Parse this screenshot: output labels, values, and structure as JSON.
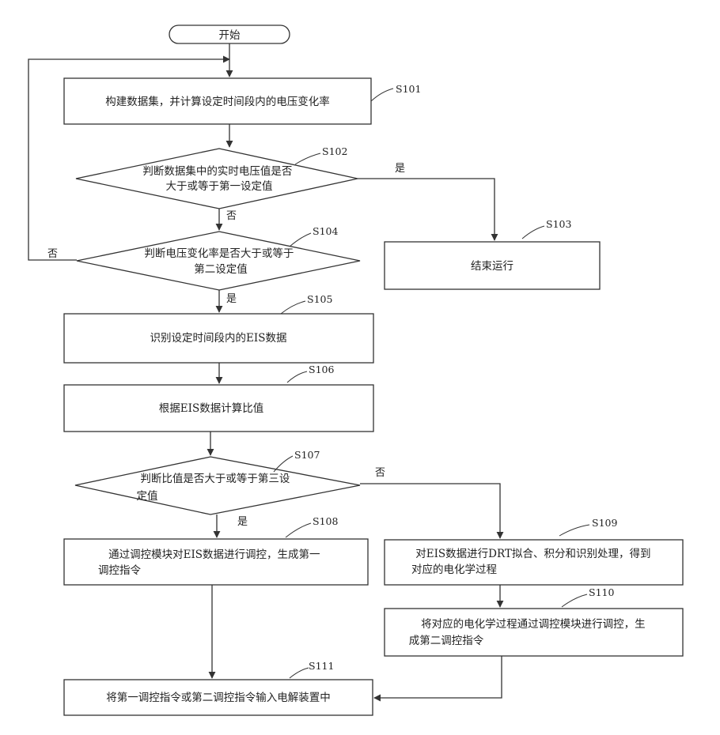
{
  "start": {
    "label": "开始"
  },
  "steps": {
    "S101": {
      "id": "S101",
      "lines": [
        "构建数据集，并计算设定时间段内的电压变化率"
      ]
    },
    "S102": {
      "id": "S102",
      "lines": [
        "判断数据集中的实时电压值是否",
        "大于或等于第一设定值"
      ]
    },
    "S103": {
      "id": "S103",
      "lines": [
        "结束运行"
      ]
    },
    "S104": {
      "id": "S104",
      "lines": [
        "判断电压变化率是否大于或等于",
        "第二设定值"
      ]
    },
    "S105": {
      "id": "S105",
      "lines": [
        "识别设定时间段内的EIS数据"
      ]
    },
    "S106": {
      "id": "S106",
      "lines": [
        "根据EIS数据计算比值"
      ]
    },
    "S107": {
      "id": "S107",
      "lines": [
        "判断比值是否大于或等于第三设",
        "定值"
      ]
    },
    "S108": {
      "id": "S108",
      "lines": [
        "通过调控模块对EIS数据进行调控，生成第一",
        "调控指令"
      ]
    },
    "S109": {
      "id": "S109",
      "lines": [
        "对EIS数据进行DRT拟合、积分和识别处理，得到",
        "对应的电化学过程"
      ]
    },
    "S110": {
      "id": "S110",
      "lines": [
        "将对应的电化学过程通过调控模块进行调控，生",
        "成第二调控指令"
      ]
    },
    "S111": {
      "id": "S111",
      "lines": [
        "将第一调控指令或第二调控指令输入电解装置中"
      ]
    }
  },
  "edge_labels": {
    "s102_yes": "是",
    "s102_no": "否",
    "s104_no": "否",
    "s104_yes": "是",
    "s107_no": "否",
    "s107_yes": "是"
  }
}
